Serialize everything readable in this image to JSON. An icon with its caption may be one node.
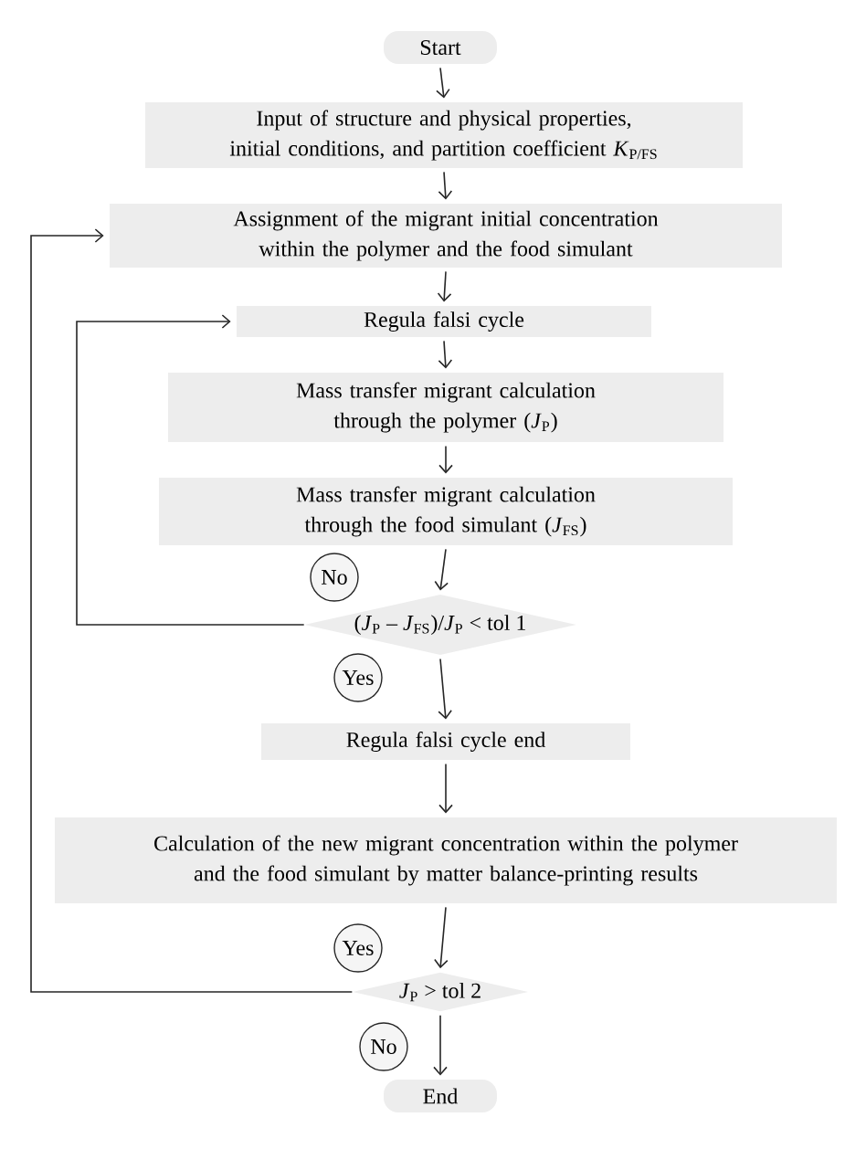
{
  "diagram": {
    "nodes": [
      {
        "text": [
          "Start"
        ]
      },
      {
        "text": [
          "Input of structure and physical properties, initial conditions, and partition coefficient *K*$_{P/FS}$"
        ]
      },
      {
        "text": [
          "Assignment of the migrant initial concentration within the polymer and the food simulant"
        ]
      },
      {
        "text": [
          "Regula falsi cycle"
        ]
      },
      {
        "text": [
          "Mass transfer migrant calculation through the polymer (*J*$_{P}$)"
        ]
      },
      {
        "text": [
          "Mass transfer migrant calculation through the food simulant (*J*$_{FS}$)"
        ]
      },
      {
        "text": [
          "(*J*$_{P}$ – *J*$_{FS}$)/*J*$_{P}$ < tol 1"
        ]
      },
      {
        "text": [
          "Regula falsi cycle end"
        ]
      },
      {
        "text": [
          "Calculation of the new migrant concentration within the polymer and the food simulant by matter balance-printing results"
        ]
      },
      {
        "text": [
          "*J*$_{P}$ > tol 2"
        ]
      },
      {
        "text": [
          "End"
        ]
      }
    ],
    "edges": [
      {
        "from": 0,
        "to": 1,
        "arrow": "to"
      },
      {
        "from": 1,
        "to": 2,
        "arrow": "to"
      },
      {
        "from": 2,
        "to": 3,
        "arrow": "to"
      },
      {
        "from": 3,
        "to": 4,
        "arrow": "to"
      },
      {
        "from": 4,
        "to": 5,
        "arrow": "to"
      },
      {
        "from": 5,
        "to": 6,
        "arrow": "to"
      },
      {
        "from": 6,
        "to": 3,
        "arrow": "to",
        "label": "No"
      },
      {
        "from": 6,
        "to": 7,
        "arrow": "to",
        "label": "Yes"
      },
      {
        "from": 7,
        "to": 8,
        "arrow": "to"
      },
      {
        "from": 8,
        "to": 9,
        "arrow": "to"
      },
      {
        "from": 9,
        "to": 2,
        "arrow": "to",
        "label": "Yes"
      },
      {
        "from": 9,
        "to": 10,
        "arrow": "to",
        "label": "No"
      }
    ]
  }
}
